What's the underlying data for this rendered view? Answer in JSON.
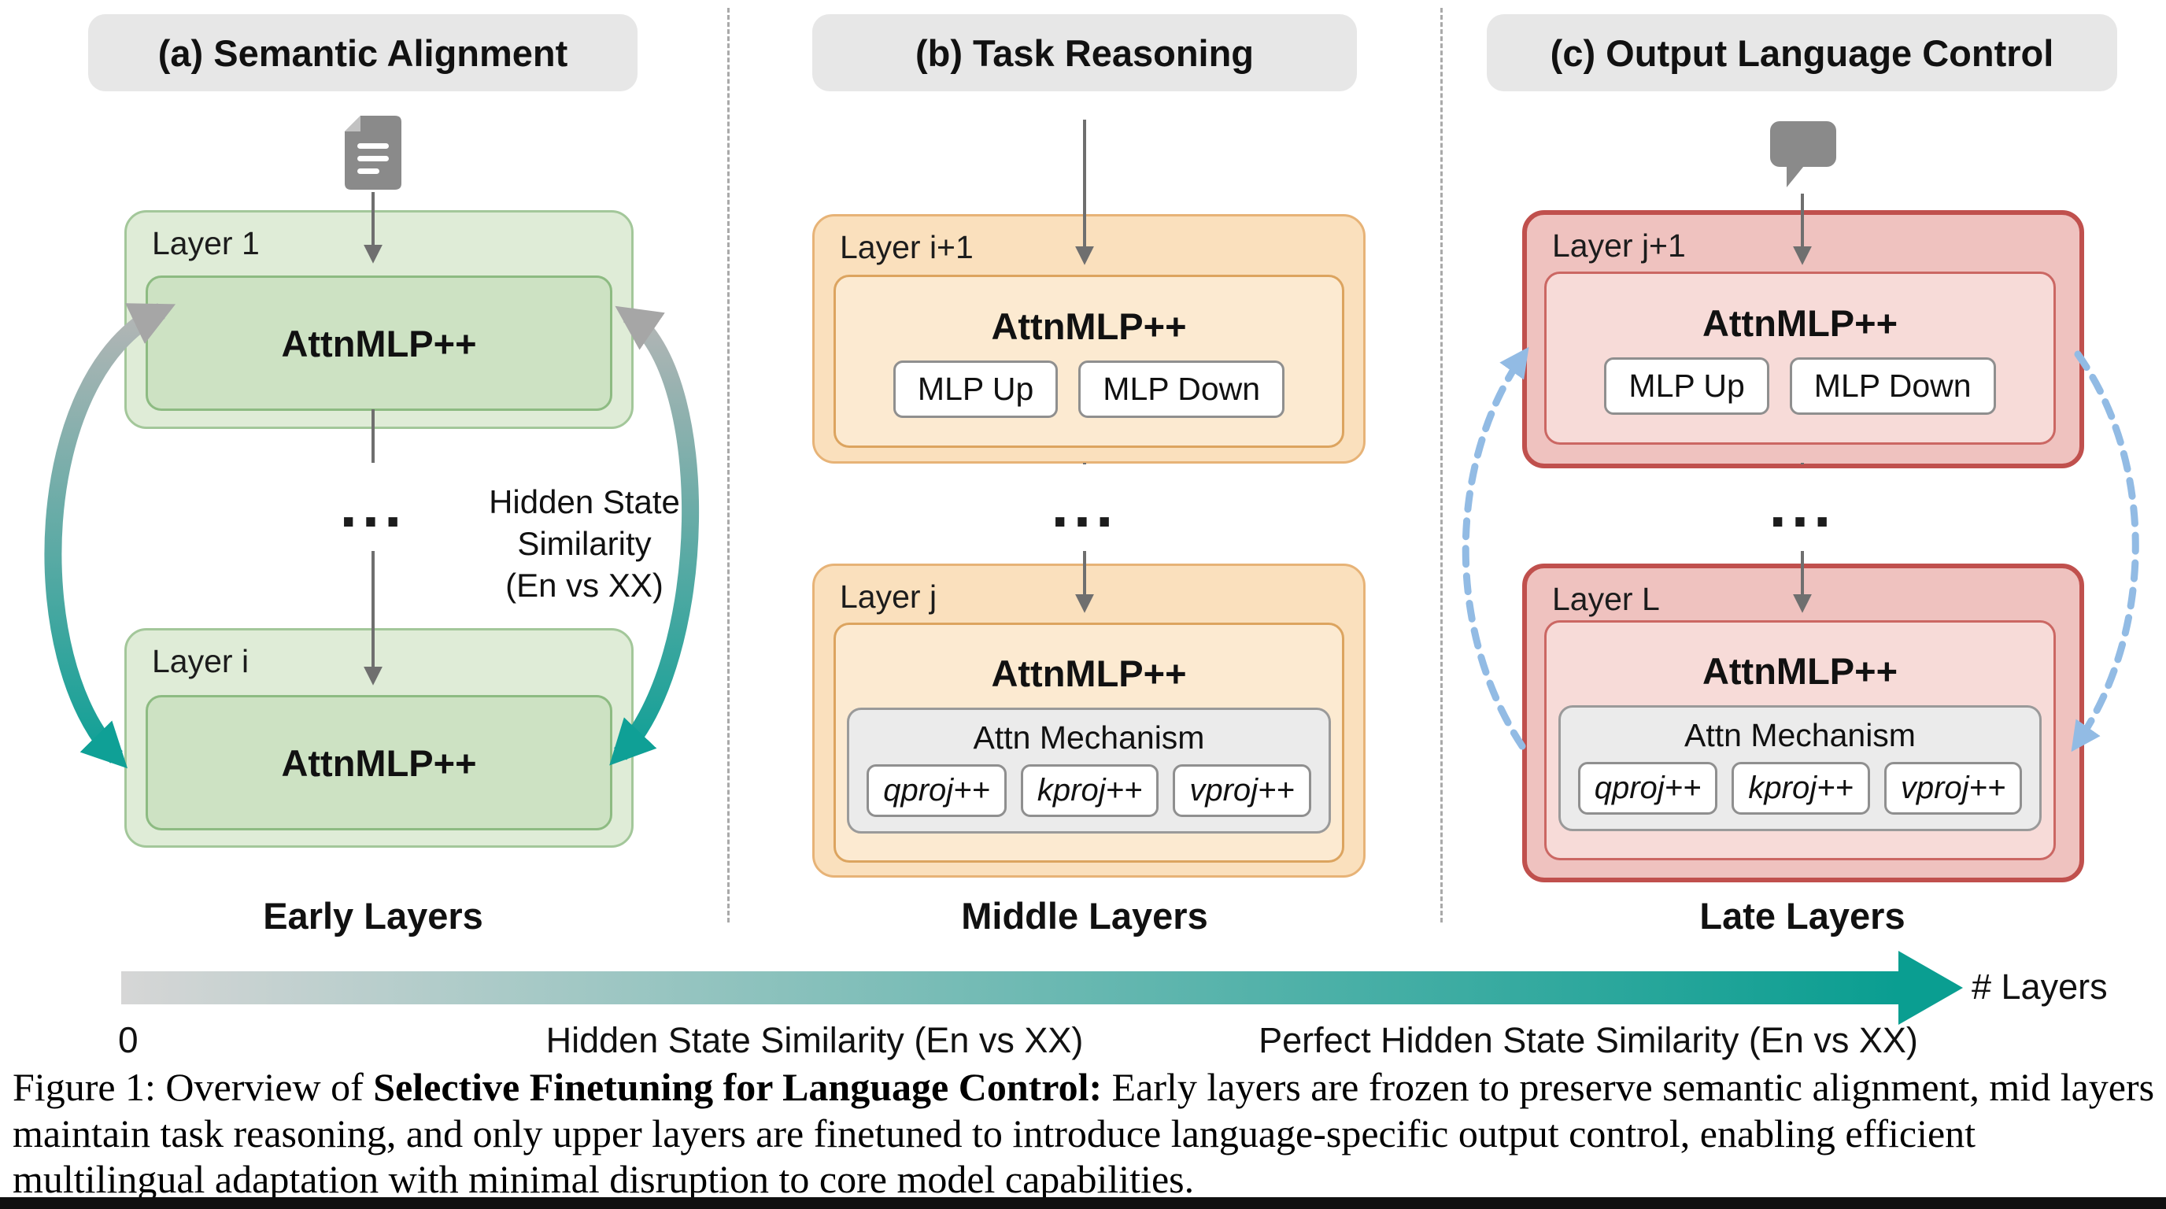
{
  "panels": {
    "a": {
      "title": "(a) Semantic Alignment",
      "footer": "Early Layers",
      "layers": {
        "first": {
          "name": "Layer 1",
          "block": "AttnMLP++"
        },
        "second": {
          "name": "Layer i",
          "block": "AttnMLP++"
        }
      },
      "side_label": {
        "line1": "Hidden State",
        "line2": "Similarity",
        "line3": "(En vs XX)"
      }
    },
    "b": {
      "title": "(b) Task Reasoning",
      "footer": "Middle Layers",
      "layers": {
        "first": {
          "name": "Layer i+1",
          "block": "AttnMLP++",
          "mlp_up": "MLP Up",
          "mlp_down": "MLP Down"
        },
        "second": {
          "name": "Layer j",
          "block": "AttnMLP++",
          "attn_label": "Attn Mechanism",
          "q": "qproj++",
          "k": "kproj++",
          "v": "vproj++"
        }
      }
    },
    "c": {
      "title": "(c) Output Language Control",
      "footer": "Late Layers",
      "layers": {
        "first": {
          "name": "Layer j+1",
          "block": "AttnMLP++",
          "mlp_up": "MLP Up",
          "mlp_down": "MLP Down"
        },
        "second": {
          "name": "Layer L",
          "block": "AttnMLP++",
          "attn_label": "Attn Mechanism",
          "q": "qproj++",
          "k": "kproj++",
          "v": "vproj++"
        }
      }
    }
  },
  "glyphs": {
    "dots": "..."
  },
  "axis": {
    "origin": "0",
    "mid_label": "Hidden State Similarity (En vs XX)",
    "right_label": "Perfect Hidden State Similarity (En vs XX)",
    "arrow_label": "# Layers"
  },
  "caption": {
    "prefix": "Figure 1: Overview of ",
    "bold": "Selective Finetuning for Language Control:",
    "rest": " Early layers are frozen to preserve semantic alignment, mid layers maintain task reasoning, and only upper layers are finetuned to introduce language-specific output control, enabling efficient multilingual adaptation with minimal disruption to core model capabilities."
  },
  "colors": {
    "header_bg": "#e7e7e7",
    "green_fill": "#dfecd7",
    "green_inner": "#cde2c3",
    "green_border": "#a3c79a",
    "green_inner_border": "#8dbb82",
    "orange_fill": "#fae0bd",
    "orange_inner": "#fcead1",
    "orange_border": "#e7b377",
    "orange_inner_border": "#dca45f",
    "red_fill": "#efc2bf",
    "red_inner": "#f7dbd8",
    "red_border": "#c0504d",
    "red_inner_border": "#cb6763",
    "attn_bg": "#ebebeb",
    "teal": "#0fa096",
    "gray_arrow": "#6f6f6f",
    "blue_dashed": "#92bbe4",
    "icon_gray": "#8a8a8a"
  }
}
